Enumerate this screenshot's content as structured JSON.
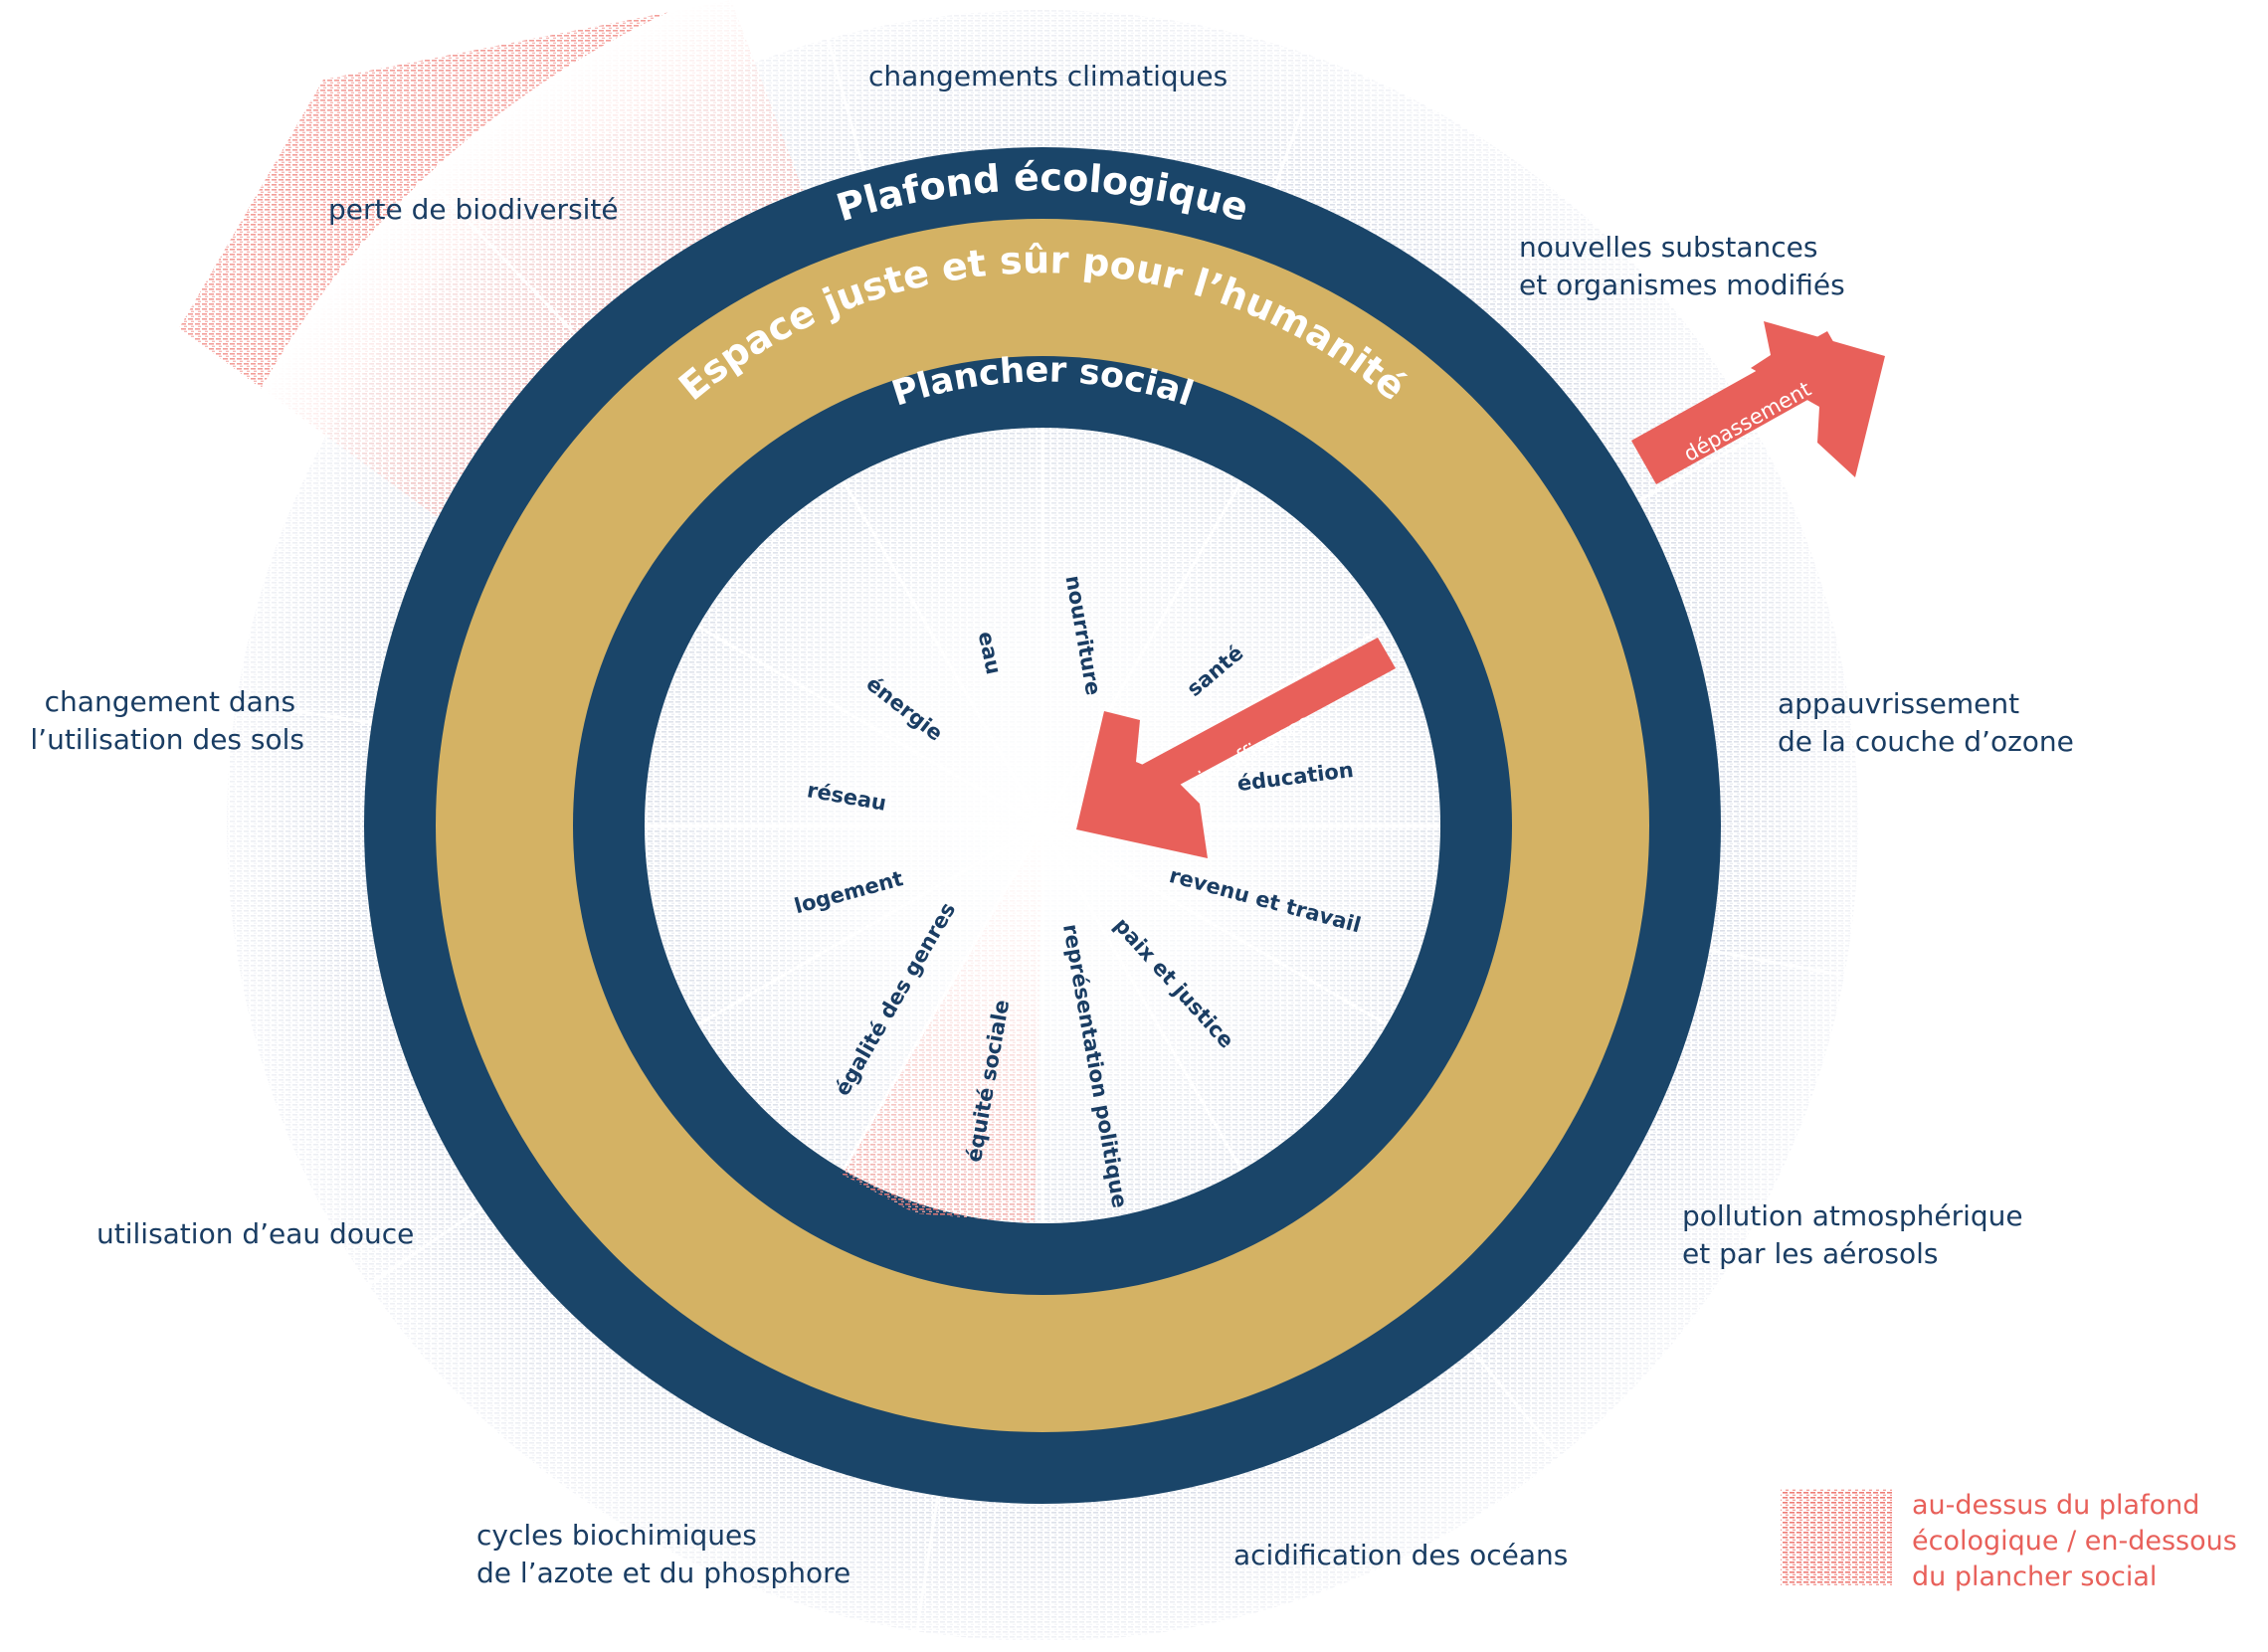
{
  "ring_labels": {
    "ecological_ceiling": "Plafond écologique",
    "safe_space": "Espace juste et sûr pour l’humanité",
    "social_foundation": "Plancher social"
  },
  "ecological_dimensions": [
    {
      "lines": [
        "changements climatiques"
      ]
    },
    {
      "lines": [
        "nouvelles substances",
        "et organismes modifiés"
      ]
    },
    {
      "lines": [
        "appauvrissement",
        "de la couche d’ozone"
      ]
    },
    {
      "lines": [
        "pollution atmosphérique",
        "et par les aérosols"
      ]
    },
    {
      "lines": [
        "acidification des océans"
      ]
    },
    {
      "lines": [
        "cycles biochimiques",
        "de l’azote et du phosphore"
      ]
    },
    {
      "lines": [
        "utilisation d’eau douce"
      ]
    },
    {
      "lines": [
        "changement dans",
        "l’utilisation des sols"
      ]
    },
    {
      "lines": [
        "perte de biodiversité"
      ]
    }
  ],
  "social_dimensions": [
    "nourriture",
    "santé",
    "éducation",
    "revenu et travail",
    "paix et justice",
    "représentation politique",
    "équité sociale",
    "égalité des genres",
    "logement",
    "réseau",
    "énergie",
    "eau"
  ],
  "arrows": {
    "overshoot": "dépassement",
    "shortfall": "insuffisance"
  },
  "legend": {
    "lines": [
      "au-dessus du plafond",
      "écologique / en-dessous",
      "du plancher social"
    ]
  },
  "colors": {
    "navy": "#1a4569",
    "gold": "#d4b264",
    "red": "#e8605a",
    "text": "#1a3d63"
  }
}
